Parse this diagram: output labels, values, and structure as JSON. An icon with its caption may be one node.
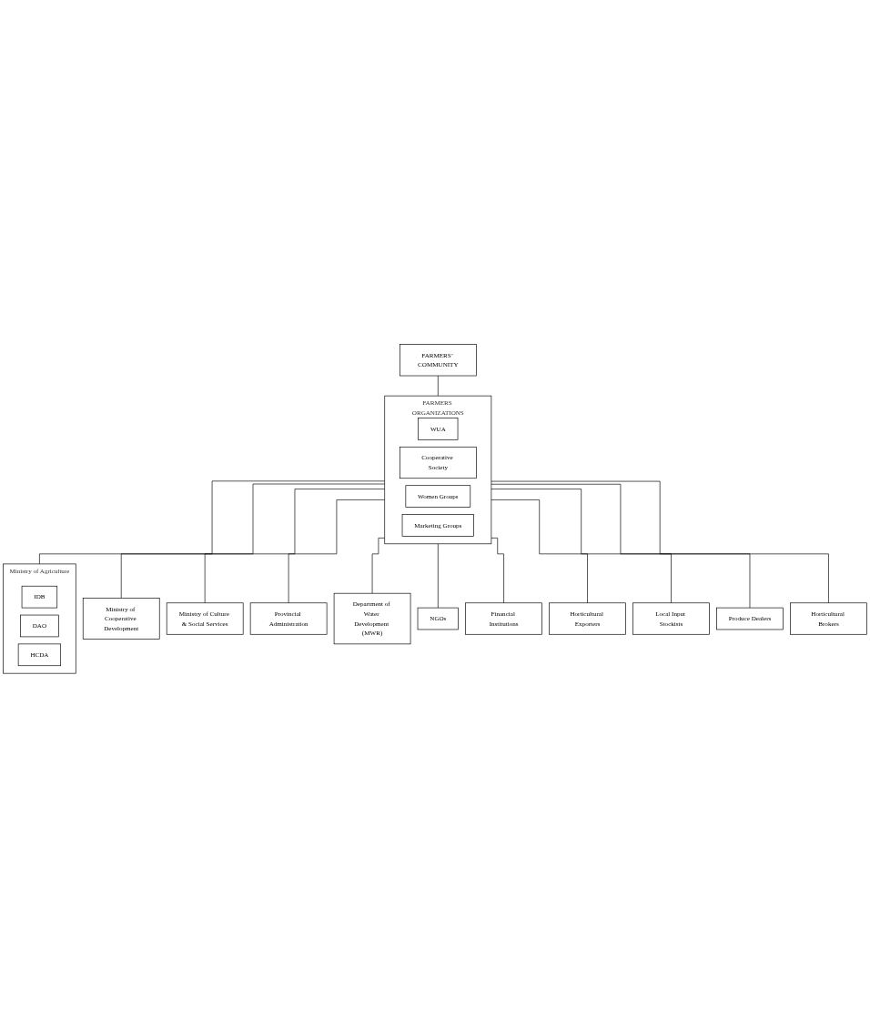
{
  "diagram": {
    "nodes": [
      {
        "text": [
          "FARMERS’ COMMUNITY"
        ]
      },
      {
        "text": [
          "FARMERS ORGANIZATIONS"
        ]
      },
      {
        "text": [
          "WUA"
        ],
        "in": 1
      },
      {
        "text": [
          "Cooperative Society"
        ],
        "in": 1
      },
      {
        "text": [
          "Women Groups"
        ],
        "in": 1
      },
      {
        "text": [
          "Marketing Groups"
        ],
        "in": 1
      },
      {
        "text": [
          "Ministry of Agriculture"
        ]
      },
      {
        "text": [
          "IDB"
        ],
        "in": 6
      },
      {
        "text": [
          "DAO"
        ],
        "in": 6
      },
      {
        "text": [
          "HCDA"
        ],
        "in": 6
      },
      {
        "text": [
          "Ministry of Cooperative Development"
        ]
      },
      {
        "text": [
          "Ministry of Culture & Social Services"
        ]
      },
      {
        "text": [
          "Provincial Administration"
        ]
      },
      {
        "text": [
          "Department of Water Development (MWR)"
        ]
      },
      {
        "text": [
          "NGOs"
        ]
      },
      {
        "text": [
          "Financial Institutions"
        ]
      },
      {
        "text": [
          "Horticultural Exporters"
        ]
      },
      {
        "text": [
          "Local Input Stockists"
        ]
      },
      {
        "text": [
          "Produce Dealers"
        ]
      },
      {
        "text": [
          "Horticultural Brokers"
        ]
      }
    ],
    "edges": [
      {
        "from": 0,
        "to": 1,
        "arrow": "none"
      },
      {
        "from": 1,
        "to": 6,
        "arrow": "none"
      },
      {
        "from": 1,
        "to": 10,
        "arrow": "none"
      },
      {
        "from": 1,
        "to": 11,
        "arrow": "none"
      },
      {
        "from": 1,
        "to": 12,
        "arrow": "none"
      },
      {
        "from": 1,
        "to": 13,
        "arrow": "none"
      },
      {
        "from": 1,
        "to": 14,
        "arrow": "none"
      },
      {
        "from": 1,
        "to": 15,
        "arrow": "none"
      },
      {
        "from": 1,
        "to": 16,
        "arrow": "none"
      },
      {
        "from": 1,
        "to": 17,
        "arrow": "none"
      },
      {
        "from": 1,
        "to": 18,
        "arrow": "none"
      },
      {
        "from": 1,
        "to": 19,
        "arrow": "none"
      }
    ]
  }
}
